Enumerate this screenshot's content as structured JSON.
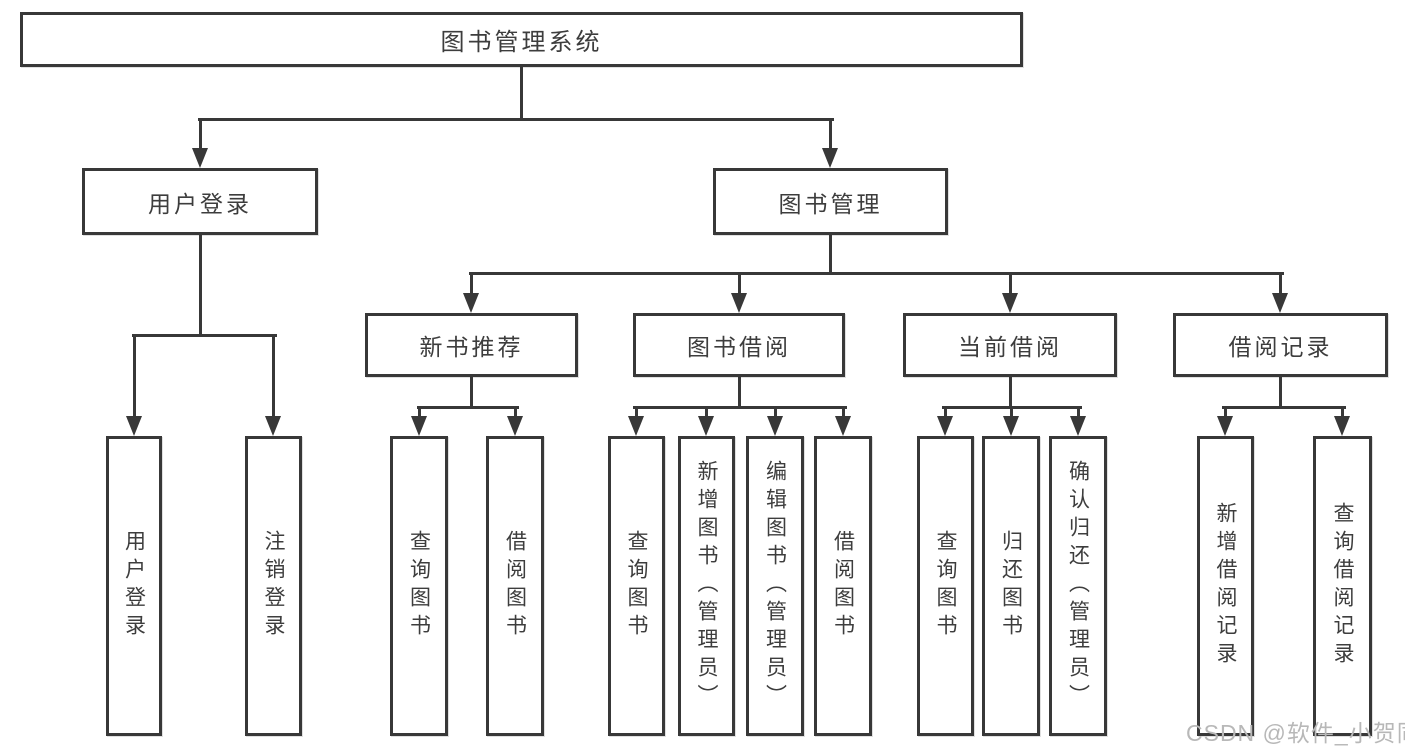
{
  "diagram_title": "图书管理系统",
  "tree": {
    "root": {
      "label": "图书管理系统",
      "children": [
        {
          "label": "用户登录",
          "children": [
            {
              "label": "用户登录"
            },
            {
              "label": "注销登录"
            }
          ]
        },
        {
          "label": "图书管理",
          "children": [
            {
              "label": "新书推荐",
              "children": [
                {
                  "label": "查询图书"
                },
                {
                  "label": "借阅图书"
                }
              ]
            },
            {
              "label": "图书借阅",
              "children": [
                {
                  "label": "查询图书"
                },
                {
                  "label": "新增图书（管理员）"
                },
                {
                  "label": "编辑图书（管理员）"
                },
                {
                  "label": "借阅图书"
                }
              ]
            },
            {
              "label": "当前借阅",
              "children": [
                {
                  "label": "查询图书"
                },
                {
                  "label": "归还图书"
                },
                {
                  "label": "确认归还（管理员）"
                }
              ]
            },
            {
              "label": "借阅记录",
              "children": [
                {
                  "label": "新增借阅记录"
                },
                {
                  "label": "查询借阅记录"
                }
              ]
            }
          ]
        }
      ]
    }
  },
  "watermark": "CSDN @软件_小贺同学",
  "colors": {
    "line": "#383838",
    "box_border": "#383838",
    "box_fill": "#ffffff",
    "text": "#3d3d3d",
    "watermark": "#b8b8b8",
    "background": "#ffffff"
  }
}
